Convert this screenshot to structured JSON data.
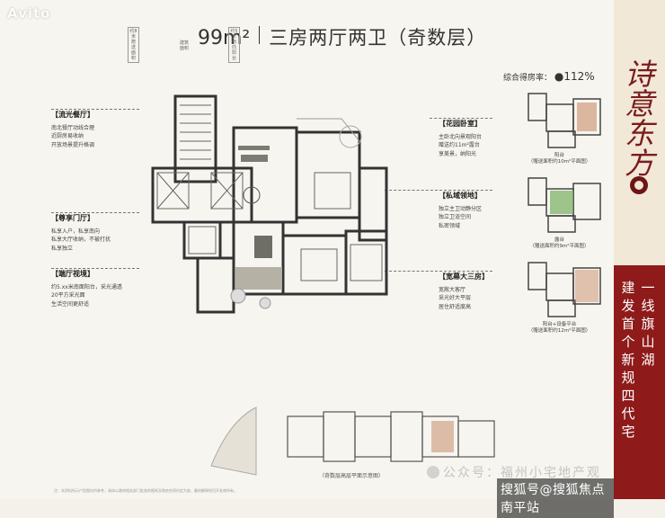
{
  "watermark_top": "Avito",
  "title": {
    "area_label": "建筑面积",
    "area": "99m²",
    "layout": "三房两厅两卫（奇数层）"
  },
  "tags": [
    "约8米赠送面积",
    "约5米南向阳台"
  ],
  "callouts_left": [
    {
      "title": "【流光餐厅】",
      "lines": [
        "南北餐厅动线合理",
        "近厨房易收纳",
        "开放场景提升格调"
      ]
    },
    {
      "title": "【尊享门厅】",
      "lines": [
        "私享入户，私享南向",
        "私享大厅收纳，不被打扰",
        "私享独立"
      ]
    },
    {
      "title": "【端厅视境】",
      "lines": [
        "约5.xx米南面阳台，采光通透",
        "20平方采光面",
        "生活空间更舒适"
      ]
    }
  ],
  "callouts_right": [
    {
      "title": "【花园卧室】",
      "lines": [
        "主卧北向景观阳台",
        "赠送约11m²露台",
        "享美景，纳阳光"
      ]
    },
    {
      "title": "【私域领地】",
      "lines": [
        "独立主卫动静分区",
        "独立卫浴空间",
        "私密领域"
      ]
    },
    {
      "title": "【宽幕大三房】",
      "lines": [
        "宽敞大客厅",
        "采光好大平层",
        "居住舒适度高"
      ]
    }
  ],
  "ratio": {
    "label": "综合得房率：",
    "value": "●112%"
  },
  "variants": [
    {
      "caption_a": "阳台",
      "caption_b": "（赠送面积约10m²平面图）"
    },
    {
      "caption_a": "露台",
      "caption_b": "（赠送面积约9m²平面图）"
    },
    {
      "caption_a": "阳台+设备平台",
      "caption_b": "（赠送面积约12m²平面图）"
    }
  ],
  "brand": {
    "name": "诗意东方"
  },
  "slogan_cols": [
    "一线旗山湖",
    "建发首个新规四代宅"
  ],
  "site_caption": "（奇数层高层平面示意图）",
  "footnote": "注：本资料所示户型图仅供参考，具体以政府相关部门批准的图纸及购房合同约定为准，最终解释权归开发商所有。",
  "wm_bottom_1": "公众号：福州小宅地产观",
  "wm_bottom_2": "搜狐号@搜狐焦点南平站",
  "colors": {
    "brand_red": "#8e1a1a",
    "green": "#7db36a",
    "terracotta": "#c98d6b"
  }
}
